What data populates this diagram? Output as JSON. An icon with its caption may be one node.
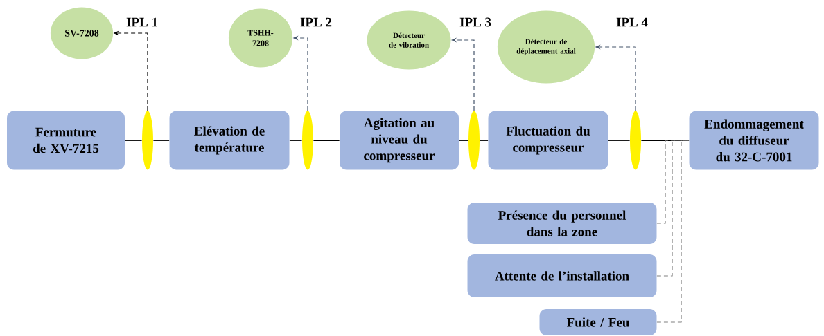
{
  "diagram": {
    "nodes": [
      {
        "text": [
          "Fermuture de XV-7215"
        ]
      },
      {
        "text": [
          "Elévation de température"
        ]
      },
      {
        "text": [
          "Agitation au niveau du compresseur"
        ]
      },
      {
        "text": [
          "Fluctuation du compresseur"
        ]
      },
      {
        "text": [
          "Endommagement du diffuseur du 32-C-7001"
        ]
      },
      {
        "text": [],
        "shape": "bar"
      },
      {
        "text": [],
        "shape": "bar"
      },
      {
        "text": [],
        "shape": "bar"
      },
      {
        "text": [],
        "shape": "bar"
      },
      {
        "text": [
          "SV-7208"
        ]
      },
      {
        "text": [
          "TSHH-7208"
        ]
      },
      {
        "text": [
          "Détecteur de vibration"
        ]
      },
      {
        "text": [
          "Détecteur de déplacement axial"
        ]
      },
      {
        "text": [
          "Présence du personnel dans la zone"
        ]
      },
      {
        "text": [
          "Attente de l’installation"
        ]
      },
      {
        "text": [
          "Fuite / Feu"
        ]
      }
    ],
    "edges": [
      {
        "from": 0,
        "to": 5,
        "arrow": "none"
      },
      {
        "from": 5,
        "to": 1,
        "arrow": "none"
      },
      {
        "from": 1,
        "to": 6,
        "arrow": "none"
      },
      {
        "from": 6,
        "to": 2,
        "arrow": "none"
      },
      {
        "from": 2,
        "to": 7,
        "arrow": "none"
      },
      {
        "from": 7,
        "to": 3,
        "arrow": "none"
      },
      {
        "from": 3,
        "to": 8,
        "arrow": "none"
      },
      {
        "from": 8,
        "to": 4,
        "arrow": "none"
      },
      {
        "from": 5,
        "to": 9,
        "arrow": "to",
        "style": "dashed"
      },
      {
        "from": 6,
        "to": 10,
        "arrow": "to",
        "style": "dashed",
        "color": "#44546a"
      },
      {
        "from": 7,
        "to": 11,
        "arrow": "to",
        "style": "dashed",
        "color": "#44546a"
      },
      {
        "from": 8,
        "to": 12,
        "arrow": "to",
        "style": "dashed",
        "color": "#44546a"
      },
      {
        "from": 13,
        "to": 4,
        "arrow": "none",
        "style": "dashed",
        "color": "#808080"
      },
      {
        "from": 14,
        "to": 4,
        "arrow": "none",
        "style": "dashed",
        "color": "#808080"
      },
      {
        "from": 15,
        "to": 4,
        "arrow": "none",
        "style": "dashed",
        "color": "#808080"
      }
    ],
    "labels": [
      "IPL 1",
      "IPL 2",
      "IPL 3",
      "IPL 4"
    ]
  }
}
